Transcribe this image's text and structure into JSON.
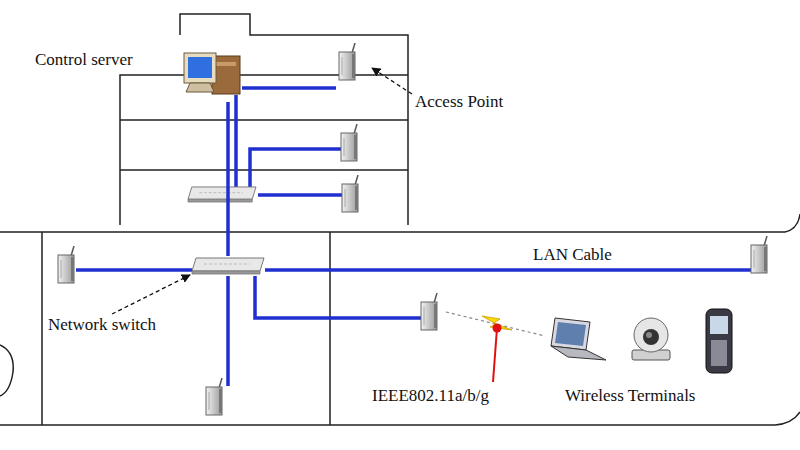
{
  "diagram": {
    "nodes": [
      {
        "text": [
          "Control server"
        ]
      },
      {
        "text": [
          "Access Point"
        ]
      },
      {
        "text": [
          "Network switch"
        ]
      },
      {
        "text": [
          "Wireless Terminals"
        ]
      }
    ],
    "edges": [
      {
        "from": 0,
        "to": 1,
        "arrow": "none"
      },
      {
        "from": 0,
        "to": 2,
        "arrow": "none"
      }
    ],
    "labels": [
      "LAN Cable",
      "IEEE802.11a/b/g"
    ]
  }
}
